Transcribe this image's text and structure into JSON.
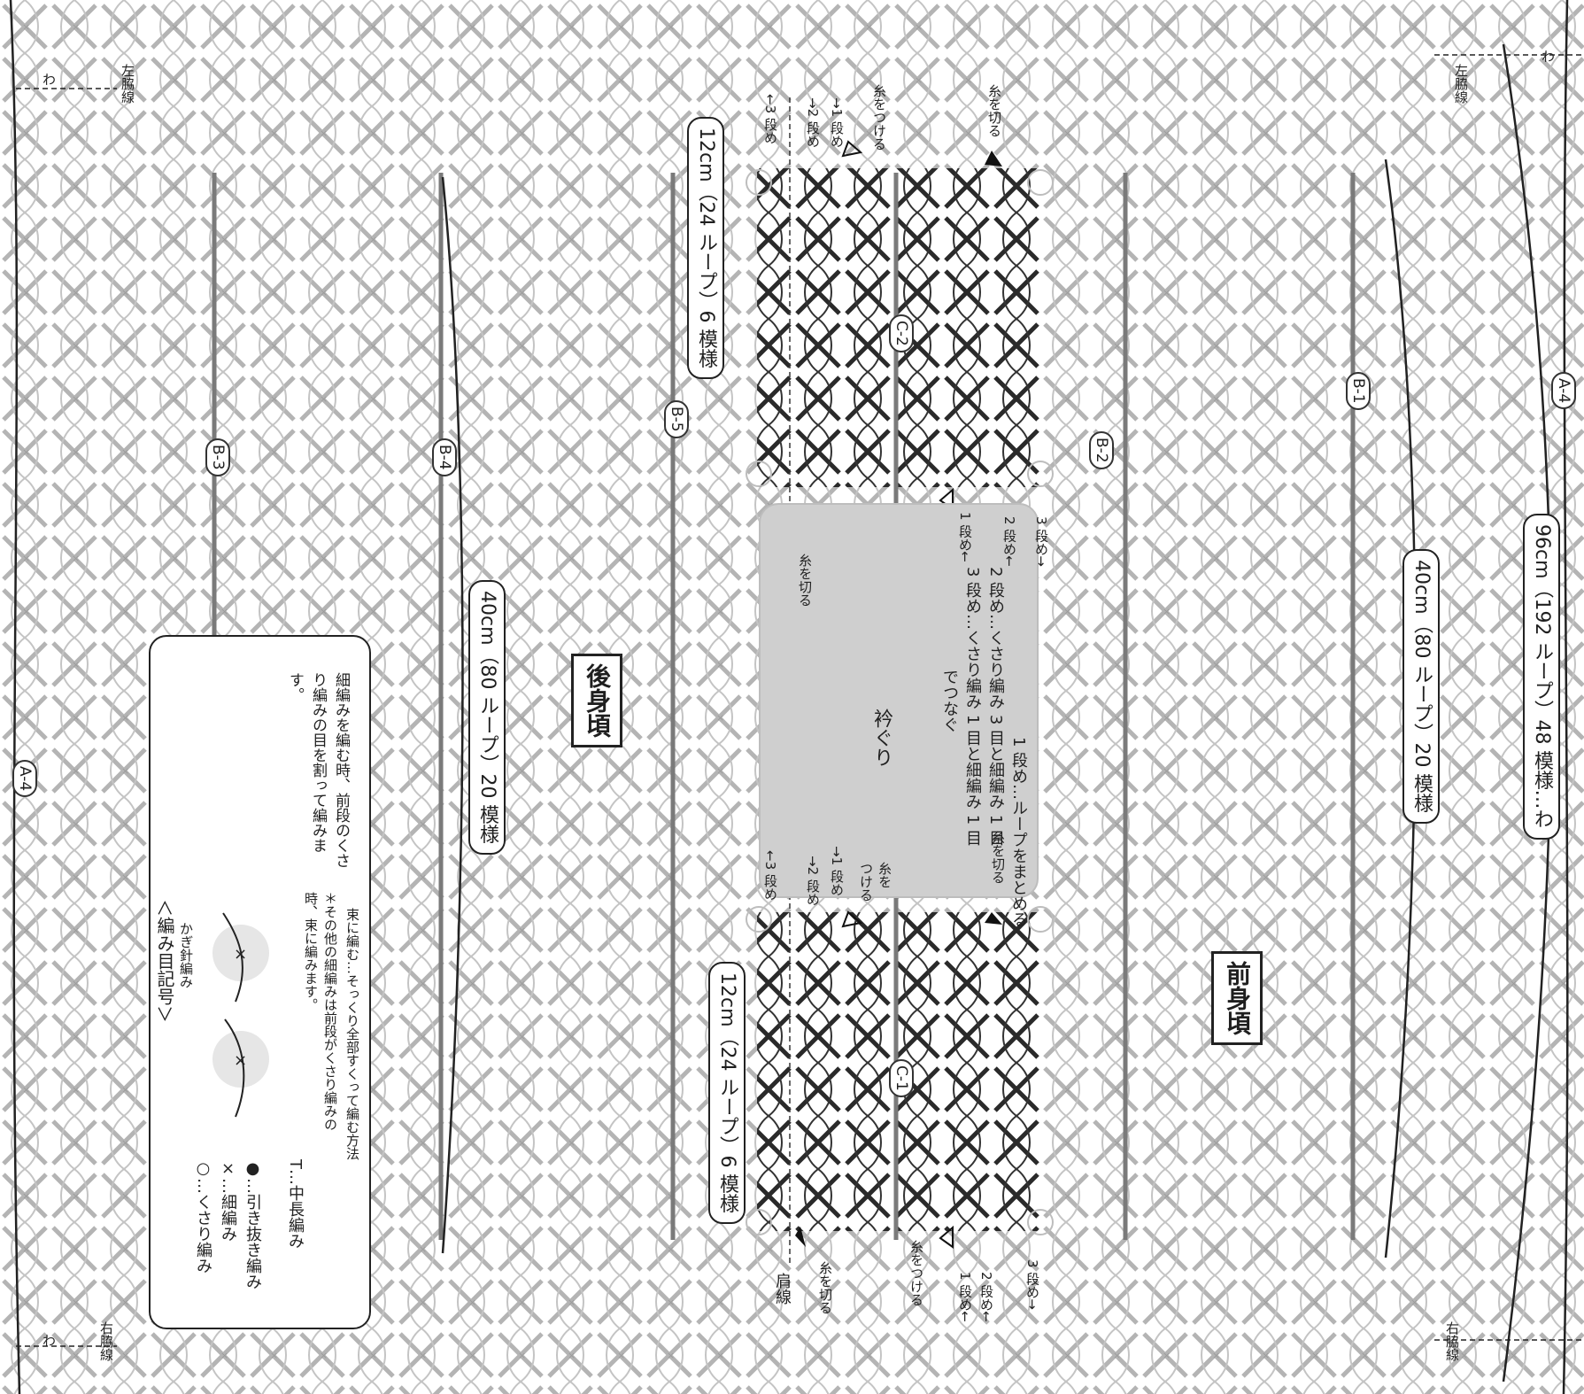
{
  "labels": {
    "shoulder_line": "肩線",
    "neckline": "衿ぐり",
    "back_body": "後身頃",
    "front_body": "前身頃",
    "left_side_line": "左脇線",
    "right_side_line": "右脇線",
    "fold": "わ",
    "cut_yarn": "糸を切る",
    "attach_yarn": "糸をつける",
    "attach_yarn_split": "糸を\nつける",
    "row1_arrow": "→1 段め",
    "row2_arrow": "→2 段め",
    "row3_arrow": "←3 段め",
    "row1_left": "1 段め←",
    "row2_left": "2 段め←",
    "row3_left": "3 段め→"
  },
  "dimensions": {
    "back_width": "40cm（80 ループ）20 模様",
    "front_width": "40cm（80 ループ）20 模様",
    "neck_upper": "12cm（24 ループ）6 模様",
    "neck_lower": "12cm（24 ループ）6 模様",
    "total": "96cm（192 ループ）48 模様…わ"
  },
  "pattern_tags": [
    "A-4",
    "B-3",
    "B-4",
    "B-5",
    "C-2",
    "C-1",
    "B-2",
    "B-1",
    "A-4"
  ],
  "neck_instructions": {
    "line1": "1 段め…ループをまとめる",
    "line2": "2 段め…くさり編み 3 目と細編み 1 目",
    "line3": "3 段め…くさり編み 1 目と細編み 1 目",
    "line4": "でつなぐ"
  },
  "legend": {
    "title": "＜編み目記号＞",
    "subtitle": "かぎ針編み",
    "items": [
      {
        "symbol": "○",
        "text": "…くさり編み"
      },
      {
        "symbol": "×",
        "text": "…細編み"
      },
      {
        "symbol": "●",
        "text": "…引き抜き編み"
      },
      {
        "symbol": "T",
        "text": "…中長編み"
      }
    ],
    "note_main": "細編みを編む時、前段のくさり編みの目を割って編みます。",
    "note_star": "＊その他の細編みは前段がくさり編みの時、束に編みます。",
    "note_bundle": "束に編む…そっくり全部すくって編む方法"
  }
}
